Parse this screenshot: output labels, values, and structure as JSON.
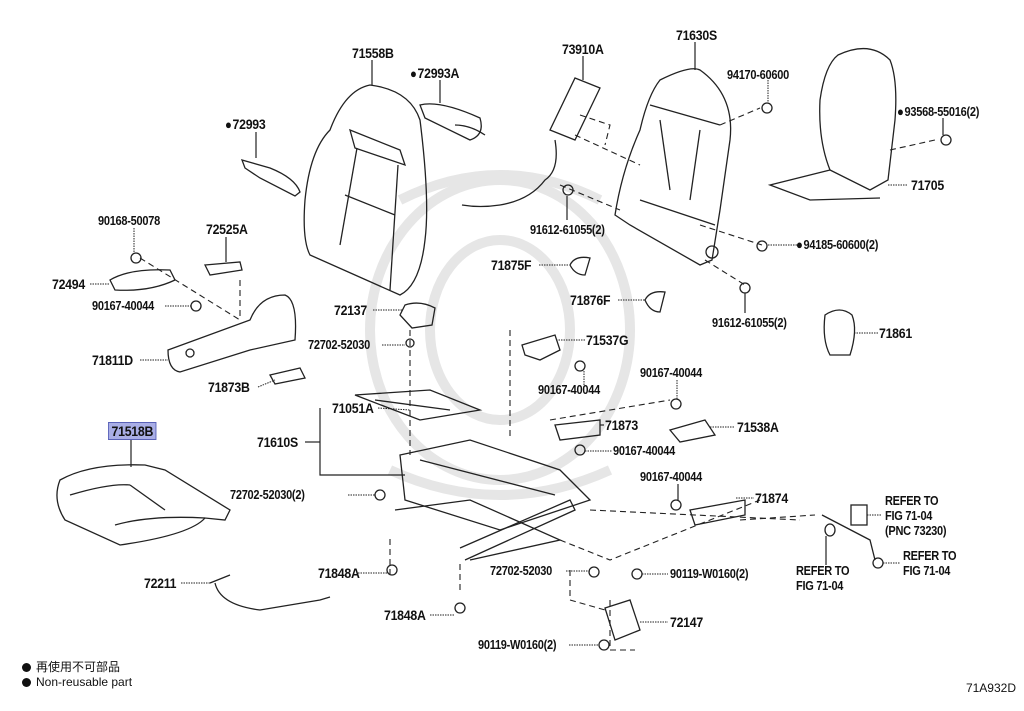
{
  "diagram": {
    "figure_id": "71A932D",
    "legend": [
      {
        "symbol": "filled-circle",
        "text": "再使用不可部品"
      },
      {
        "symbol": "filled-circle",
        "text": "Non-reusable part"
      }
    ],
    "highlighted_part": "71518B",
    "labels": {
      "p71558B": "71558B",
      "p72993A": "72993A",
      "p73910A": "73910A",
      "p71630S": "71630S",
      "p94170_60600": "94170-60600",
      "p93568_55016": "93568-55016(2)",
      "p71705": "71705",
      "p72993": "72993",
      "p90168_50078": "90168-50078",
      "p72525A": "72525A",
      "p72494": "72494",
      "p90167_40044_a": "90167-40044",
      "p71811D": "71811D",
      "p71873B": "71873B",
      "p91612_61055_a": "91612-61055(2)",
      "p94185_60600": "94185-60600(2)",
      "p71875F": "71875F",
      "p71876F": "71876F",
      "p91612_61055_b": "91612-61055(2)",
      "p72137": "72137",
      "p72702_52030_a": "72702-52030",
      "p71537G": "71537G",
      "p71861": "71861",
      "p90167_40044_b": "90167-40044",
      "p90167_40044_c": "90167-40044",
      "p71051A": "71051A",
      "p71610S": "71610S",
      "p71873": "71873",
      "p71538A": "71538A",
      "p90167_40044_d": "90167-40044",
      "p71518B": "71518B",
      "p72702_52030_2": "72702-52030(2)",
      "p90167_40044_e": "90167-40044",
      "p71874": "71874",
      "p71848A_a": "71848A",
      "p72211": "72211",
      "p72702_52030_b": "72702-52030",
      "p90119_W0160_a": "90119-W0160(2)",
      "p71848A_b": "71848A",
      "p72147": "72147",
      "p90119_W0160_b": "90119-W0160(2)",
      "refer_belt": "REFER TO\nFIG 71-04\n(PNC 73230)",
      "refer_anchor": "REFER TO\nFIG 71-04",
      "refer_nut": "REFER TO\nFIG 71-04"
    },
    "non_reusable": [
      "72993A",
      "72993",
      "93568-55016(2)",
      "94185-60600(2)"
    ]
  }
}
